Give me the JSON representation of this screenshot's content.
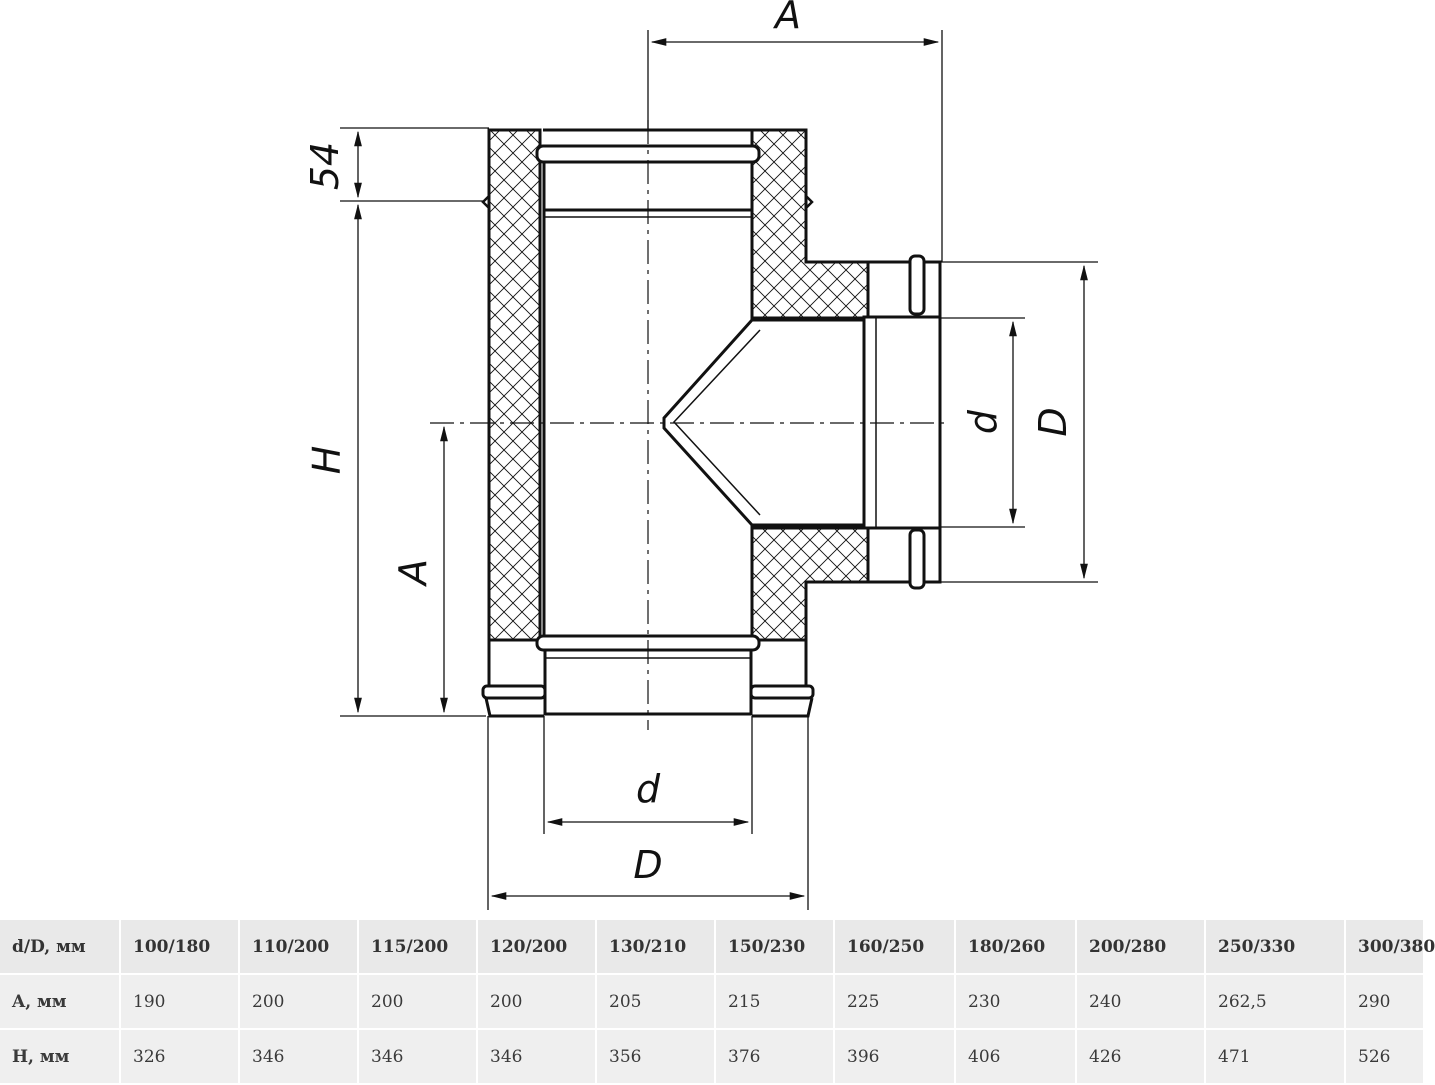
{
  "drawing": {
    "labels": {
      "top_a": "A",
      "gap_54": "54",
      "h": "H",
      "side_a": "A",
      "branch_d_small": "d",
      "branch_d_big": "D",
      "bottom_d_small": "d",
      "bottom_d_big": "D"
    }
  },
  "table": {
    "header": {
      "label": "d/D, мм",
      "values": [
        "100/180",
        "110/200",
        "115/200",
        "120/200",
        "130/210",
        "150/230",
        "160/250",
        "180/260",
        "200/280",
        "250/330",
        "300/380"
      ]
    },
    "rows": [
      {
        "label": "A, мм",
        "values": [
          "190",
          "200",
          "200",
          "200",
          "205",
          "215",
          "225",
          "230",
          "240",
          "262,5",
          "290"
        ]
      },
      {
        "label": "H, мм",
        "values": [
          "326",
          "346",
          "346",
          "346",
          "356",
          "376",
          "396",
          "406",
          "426",
          "471",
          "526"
        ]
      }
    ]
  },
  "colors": {
    "line": "#111111",
    "table_bg": "#efefef",
    "table_head_bg": "#e9e9e9",
    "text": "#3a3a3a"
  }
}
